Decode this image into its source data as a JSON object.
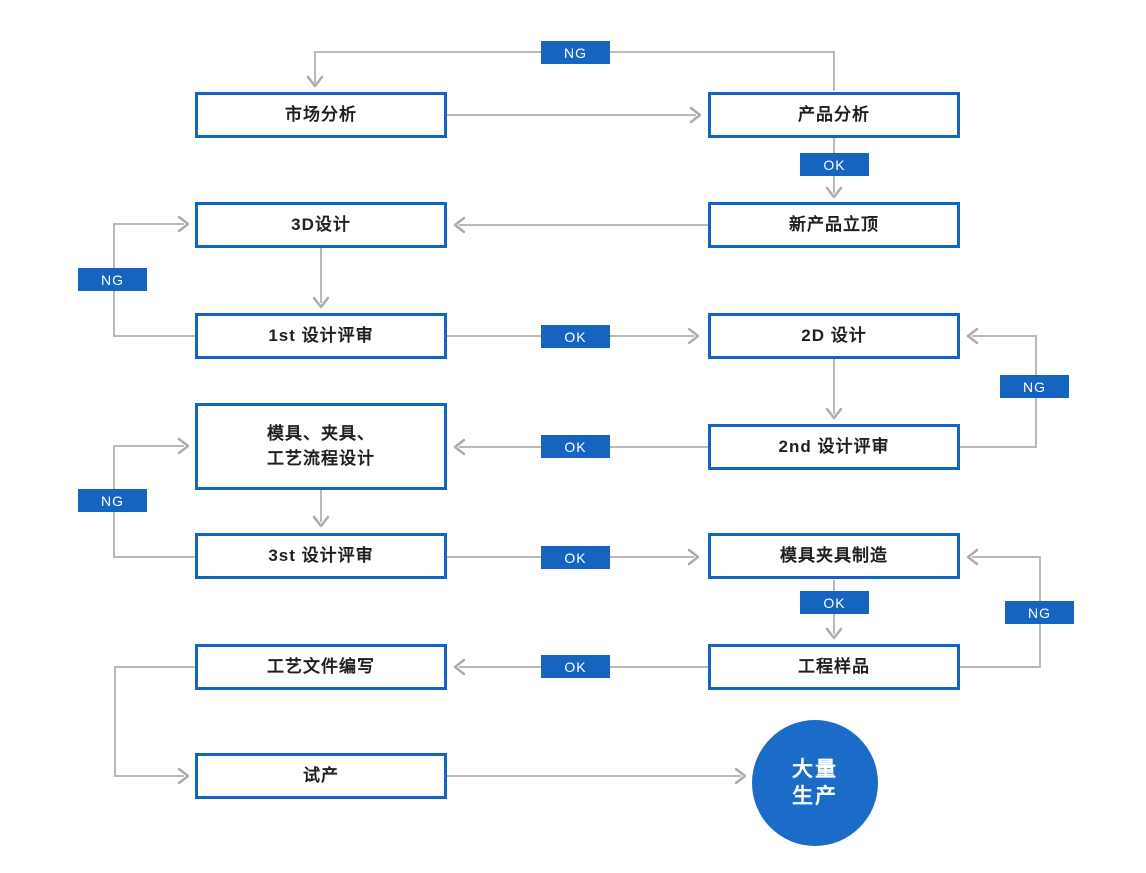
{
  "colors": {
    "accent": "#1565c0",
    "node-border": "#1166c2",
    "node-text": "#1f1f1f",
    "line": "#b9b9b9",
    "arrow": "#a9adb2",
    "badge-text": "#ffffff",
    "circle-fill": "#1b6cc9",
    "bg": "#ffffff"
  },
  "badges": {
    "ok": "OK",
    "ng": "NG"
  },
  "nodes": {
    "market_analysis": "市场分析",
    "product_analysis": "产品分析",
    "design_3d": "3D设计",
    "new_product_approval": "新产品立顶",
    "first_design_review": "1st 设计评审",
    "design_2d": "2D 设计",
    "mold_fixture_process_design_line1": "模具、夹具、",
    "mold_fixture_process_design_line2": "工艺流程设计",
    "second_design_review": "2nd 设计评审",
    "third_design_review": "3st 设计评审",
    "mold_fixture_manufacturing": "模具夹具制造",
    "process_document_writing": "工艺文件编写",
    "engineering_sample": "工程样品",
    "trial_production": "试产",
    "mass_production_line1": "大量",
    "mass_production_line2": "生产"
  }
}
